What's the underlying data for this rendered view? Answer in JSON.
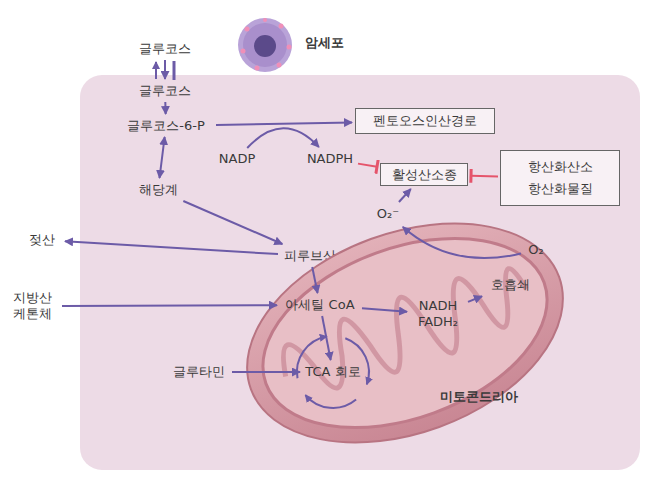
{
  "diagram": {
    "nodes": [
      {
        "text": [
          "암세포"
        ]
      },
      {
        "text": [
          "글루코스"
        ]
      },
      {
        "text": [
          "글루코스"
        ]
      },
      {
        "text": [
          "글루코스-6-P"
        ]
      },
      {
        "text": [
          "펜토오스인산경로"
        ]
      },
      {
        "text": [
          "NADP"
        ]
      },
      {
        "text": [
          "NADPH"
        ]
      },
      {
        "text": [
          "활성산소종"
        ]
      },
      {
        "text": [
          "항산화산소",
          "항산화물질"
        ]
      },
      {
        "text": [
          "해당계"
        ]
      },
      {
        "text": [
          "O₂⁻"
        ]
      },
      {
        "text": [
          "젖산"
        ]
      },
      {
        "text": [
          "피루브산"
        ]
      },
      {
        "text": [
          "미토콘드리아"
        ]
      },
      {
        "text": [
          "O₂"
        ],
        "in": 13
      },
      {
        "text": [
          "호흡쇄"
        ],
        "in": 13
      },
      {
        "text": [
          "지방산",
          "케톤체"
        ]
      },
      {
        "text": [
          "아세틸 CoA"
        ],
        "in": 13
      },
      {
        "text": [
          "NADH",
          "FADH₂"
        ],
        "in": 13
      },
      {
        "text": [
          "글루타민"
        ]
      },
      {
        "text": [
          "TCA 회로"
        ],
        "in": 13
      }
    ],
    "edges": [
      {
        "from": 1,
        "to": 2,
        "arrow": "to"
      },
      {
        "from": 2,
        "to": 3,
        "arrow": "to"
      },
      {
        "from": 3,
        "to": 4,
        "arrow": "to"
      },
      {
        "from": 3,
        "to": 9,
        "arrow": "both"
      },
      {
        "from": 5,
        "to": 6,
        "arrow": "to"
      },
      {
        "from": 6,
        "to": 7,
        "arrow": "to"
      },
      {
        "from": 8,
        "to": 7,
        "arrow": "to"
      },
      {
        "from": 9,
        "to": 12,
        "arrow": "to"
      },
      {
        "from": 12,
        "to": 11,
        "arrow": "to"
      },
      {
        "from": 12,
        "to": 17,
        "arrow": "to"
      },
      {
        "from": 16,
        "to": 17,
        "arrow": "to"
      },
      {
        "from": 17,
        "to": 18,
        "arrow": "to"
      },
      {
        "from": 18,
        "to": 15,
        "arrow": "to"
      },
      {
        "from": 17,
        "to": 20,
        "arrow": "to"
      },
      {
        "from": 19,
        "to": 20,
        "arrow": "to"
      },
      {
        "from": 14,
        "to": 10,
        "arrow": "to"
      },
      {
        "from": 10,
        "to": 7,
        "arrow": "to"
      }
    ]
  }
}
